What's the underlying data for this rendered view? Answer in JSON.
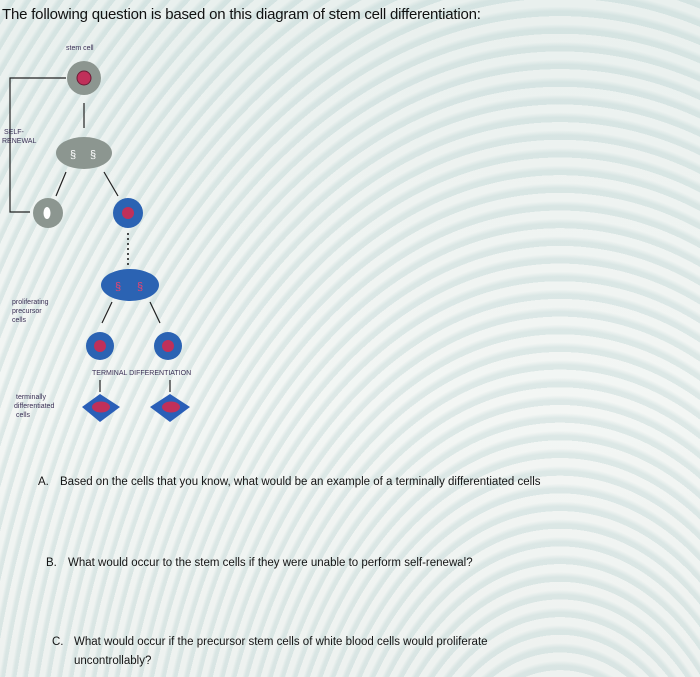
{
  "title": "The following question is based on this diagram of stem cell differentiation:",
  "diagram": {
    "stem_cell_label": "stem cell",
    "self_renewal_label_line1": "SELF-",
    "self_renewal_label_line2": "RENEWAL",
    "proliferating_label_line1": "proliferating",
    "proliferating_label_line2": "precursor",
    "proliferating_label_line3": "cells",
    "terminal_differentiation_label": "TERMINAL DIFFERENTIATION",
    "terminally_label_line1": "terminally",
    "terminally_label_line2": "differentiated",
    "terminally_label_line3": "cells",
    "colors": {
      "stem_cell": "#8c9690",
      "nucleus": "#c0305a",
      "precursor_cell": "#2b63b3",
      "terminal_cell": "#2a5fb8"
    }
  },
  "questions": [
    {
      "letter": "A.",
      "text": "Based on the cells that you know, what would be an example of a terminally differentiated cells"
    },
    {
      "letter": "B.",
      "text": "What would occur to the stem cells if they were unable to perform self-renewal?"
    },
    {
      "letter": "C.",
      "text": "What would occur if the precursor stem cells of white blood cells would proliferate",
      "text_line2": "uncontrollably?"
    }
  ]
}
